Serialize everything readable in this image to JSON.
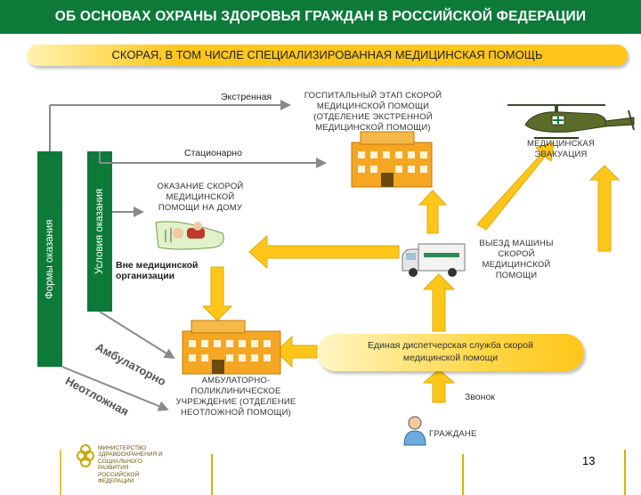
{
  "title": "ОБ ОСНОВАХ ОХРАНЫ ЗДОРОВЬЯ ГРАЖДАН В РОССИЙСКОЙ ФЕДЕРАЦИИ",
  "subtitle": "СКОРАЯ, В ТОМ ЧИСЛЕ СПЕЦИАЛИЗИРОВАННАЯ МЕДИЦИНСКАЯ ПОМОЩЬ",
  "side_labels": {
    "forms": "Формы оказания",
    "conditions": "Условия оказания"
  },
  "arrow_labels": {
    "emergency": "Экстренная",
    "inpatient": "Стационарно",
    "outside": "Вне медицинской организации",
    "outpatient": "Амбулаторно",
    "urgent": "Неотложная"
  },
  "nodes": {
    "hospital_stage": "ГОСПИТАЛЬНЫЙ ЭТАП СКОРОЙ МЕДИЦИНСКОЙ ПОМОЩИ (ОТДЕЛЕНИЕ ЭКСТРЕННОЙ МЕДИЦИНСКОЙ ПОМОЩИ)",
    "medevac": "МЕДИЦИНСКАЯ ЭВАКУАЦИЯ",
    "home_care": "ОКАЗАНИЕ СКОРОЙ МЕДИЦИНСКОЙ ПОМОЩИ НА ДОМУ",
    "ambulance_trip": "ВЫЕЗД МАШИНЫ СКОРОЙ МЕДИЦИНСКОЙ ПОМОЩИ",
    "dispatch": "Единая диспетчерская служба скорой медицинской помощи",
    "outpatient_facility": "АМБУЛАТОРНО-ПОЛИКЛИНИЧЕСКОЕ УЧРЕЖДЕНИЕ (ОТДЕЛЕНИЕ НЕОТЛОЖНОЙ ПОМОЩИ)",
    "call": "Звонок",
    "citizens": "ГРАЖДАНЕ"
  },
  "footer": {
    "ministry": "МИНИСТЕРСТВО ЗДРАВООХРАНЕНИЯ И СОЦИАЛЬНОГО РАЗВИТИЯ РОССИЙСКОЙ ФЕДЕРАЦИИ",
    "page_number": "13"
  },
  "colors": {
    "brand_green": "#0d7a3a",
    "arrow_yellow": "#ffc61a",
    "building_orange": "#f5a623"
  }
}
